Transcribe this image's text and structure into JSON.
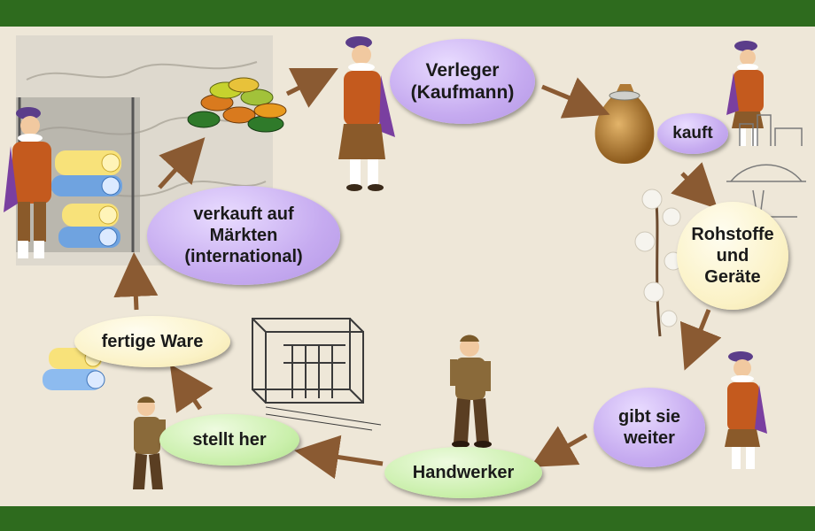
{
  "cycle": {
    "verleger": "Verleger\n(Kaufmann)",
    "kauft": "kauft",
    "rohstoffe": "Rohstoffe\nund\nGeräte",
    "gibt_weiter": "gibt sie\nweiter",
    "handwerker": "Handwerker",
    "stellt_her": "stellt her",
    "fertige_ware": "fertige Ware",
    "verkauft": "verkauft auf\nMärkten\n(international)"
  },
  "colors": {
    "frame": "#2e6b1e",
    "background": "#eee7d8",
    "arrow": "#8a5a32",
    "violet_bubble": "#c6abf0",
    "cream_bubble": "#fbf2c6",
    "green_bubble": "#c9efaa"
  },
  "icons": [
    "merchant-figure",
    "coin-pile-icon",
    "money-bag-icon",
    "cotton-branch-icon",
    "loom-icon",
    "craftsman-figure",
    "cloth-rolls-icon",
    "map-background",
    "city-sketch"
  ]
}
